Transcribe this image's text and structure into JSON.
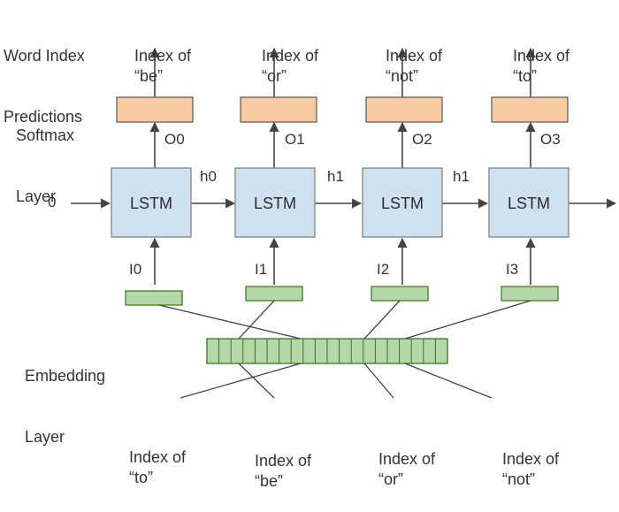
{
  "colors": {
    "lstm_fill": "#cfe0f1",
    "lstm_stroke": "#8a8a8a",
    "softmax_fill": "#f8cba5",
    "softmax_stroke": "#555555",
    "embedding_fill": "#b6d7a8",
    "embedding_stroke": "#38761d",
    "line": "#444444",
    "text": "#333333"
  },
  "left_labels": {
    "word_index_predictions": [
      "Word Index",
      "Predictions"
    ],
    "softmax_layer": [
      "Softmax",
      "Layer"
    ],
    "embedding_layer": [
      "Embedding",
      "Layer"
    ]
  },
  "initial_state": "0",
  "steps": [
    {
      "lstm": "LSTM",
      "output": "O0",
      "input": "I0",
      "hidden": "h0",
      "prediction": [
        "Index of",
        "“be”"
      ],
      "source_word": [
        "Index of",
        "“to”"
      ]
    },
    {
      "lstm": "LSTM",
      "output": "O1",
      "input": "I1",
      "hidden": "h1",
      "prediction": [
        "Index of",
        "“or”"
      ],
      "source_word": [
        "Index of",
        "“be”"
      ]
    },
    {
      "lstm": "LSTM",
      "output": "O2",
      "input": "I2",
      "hidden": "h1",
      "prediction": [
        "Index of",
        "“not”"
      ],
      "source_word": [
        "Index of",
        "“or”"
      ]
    },
    {
      "lstm": "LSTM",
      "output": "O3",
      "input": "I3",
      "prediction": [
        "Index of",
        "“to”"
      ],
      "source_word": [
        "Index of",
        "“not”"
      ]
    }
  ]
}
